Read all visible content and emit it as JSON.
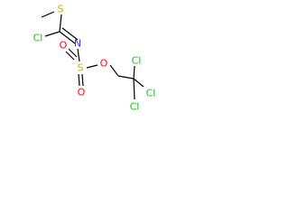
{
  "molecule": {
    "atoms": {
      "s_thio": "S",
      "cl_imid": "Cl",
      "n": "N",
      "s_sulf": "S",
      "o_top": "O",
      "o_bottom": "O",
      "o_ester": "O",
      "cl_top": "Cl",
      "cl_right": "Cl",
      "cl_bottom": "Cl"
    },
    "colors": {
      "bond": "#000000",
      "S": "#b8b800",
      "Cl": "#1fbf1f",
      "N": "#3030ff",
      "O": "#ff0d0d"
    }
  }
}
